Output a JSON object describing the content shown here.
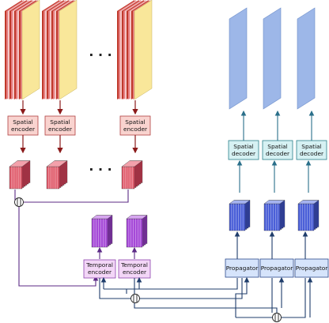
{
  "labels": {
    "spatial_encoder": [
      "Spatial",
      "encoder"
    ],
    "spatial_decoder": [
      "Spatial",
      "decoder"
    ],
    "temporal_encoder": [
      "Temporal",
      "encoder"
    ],
    "propagator": "Propagator",
    "ellipsis": "· · ·"
  },
  "colors": {
    "input_frame_fill": "#f9e79a",
    "input_frame_stripes": [
      "#c0392b",
      "#e67e80",
      "#f4c6c6"
    ],
    "spatial_encoder_fill": "#f9d3cf",
    "spatial_encoder_stroke": "#b04040",
    "spatial_latent_front": "#e05a6a",
    "spatial_latent_top": "#f3a1ab",
    "spatial_latent_side": "#b83248",
    "temporal_latent_front": "#a64ad8",
    "temporal_latent_top": "#d7a6f0",
    "temporal_encoder_fill": "#f3d6f7",
    "temporal_encoder_stroke": "#8e44ad",
    "propagator_fill": "#d6e4fb",
    "propagator_stroke": "#2c4a8c",
    "propagated_latent_front": "#4a5fd8",
    "propagated_latent_top": "#a5b3f0",
    "spatial_decoder_fill": "#d6f1f3",
    "spatial_decoder_stroke": "#2a7f8a",
    "output_frame_fill": "#9db7e8",
    "red_arrow": "#8b1a1a",
    "purple_line": "#5b2a86",
    "dark_blue_line": "#1f3d6b",
    "teal_arrow": "#2a6f8a"
  },
  "structure": {
    "input_frame_stacks": 3,
    "spatial_encoders": 3,
    "temporal_encoders": 2,
    "propagators": 3,
    "spatial_decoders": 3,
    "output_frames": 3,
    "concat_symbols": 3
  }
}
